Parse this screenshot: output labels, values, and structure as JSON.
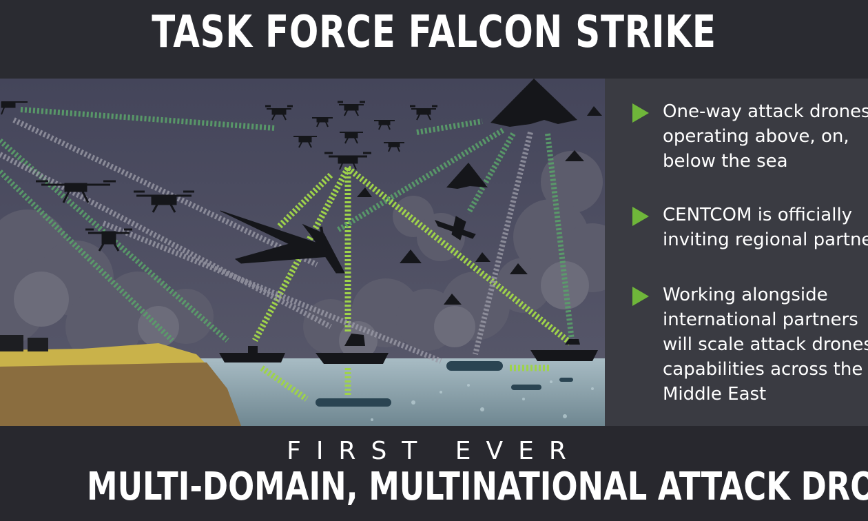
{
  "title": "TASK FORCE FALCON STRIKE",
  "bullets": [
    {
      "lines": [
        "One-way attack drones",
        "operating above, on,",
        "below the sea"
      ]
    },
    {
      "lines": [
        "CENTCOM is officially",
        "inviting regional partners"
      ]
    },
    {
      "lines": [
        "Working alongside",
        "international partners",
        "will scale attack drones",
        "capabilities across the",
        "Middle East"
      ]
    }
  ],
  "footer": {
    "kicker": "FIRST EVER",
    "headline": "MULTI-DOMAIN, MULTINATIONAL ATTACK DRONE UNIT"
  },
  "colors": {
    "accent_green": "#6fb63a",
    "link_green": "#9fd34a",
    "sky": "#474861",
    "sea": "#8fa4ad",
    "sand": "#c9b24a",
    "panel": "#3a3b42",
    "title_bar": "#2a2b31"
  },
  "icons": [
    "quadcopter-icon",
    "flying-wing-drone-icon",
    "fixed-wing-drone-icon",
    "drone-boat-icon",
    "underwater-drone-icon",
    "bullet-triangle-icon"
  ]
}
